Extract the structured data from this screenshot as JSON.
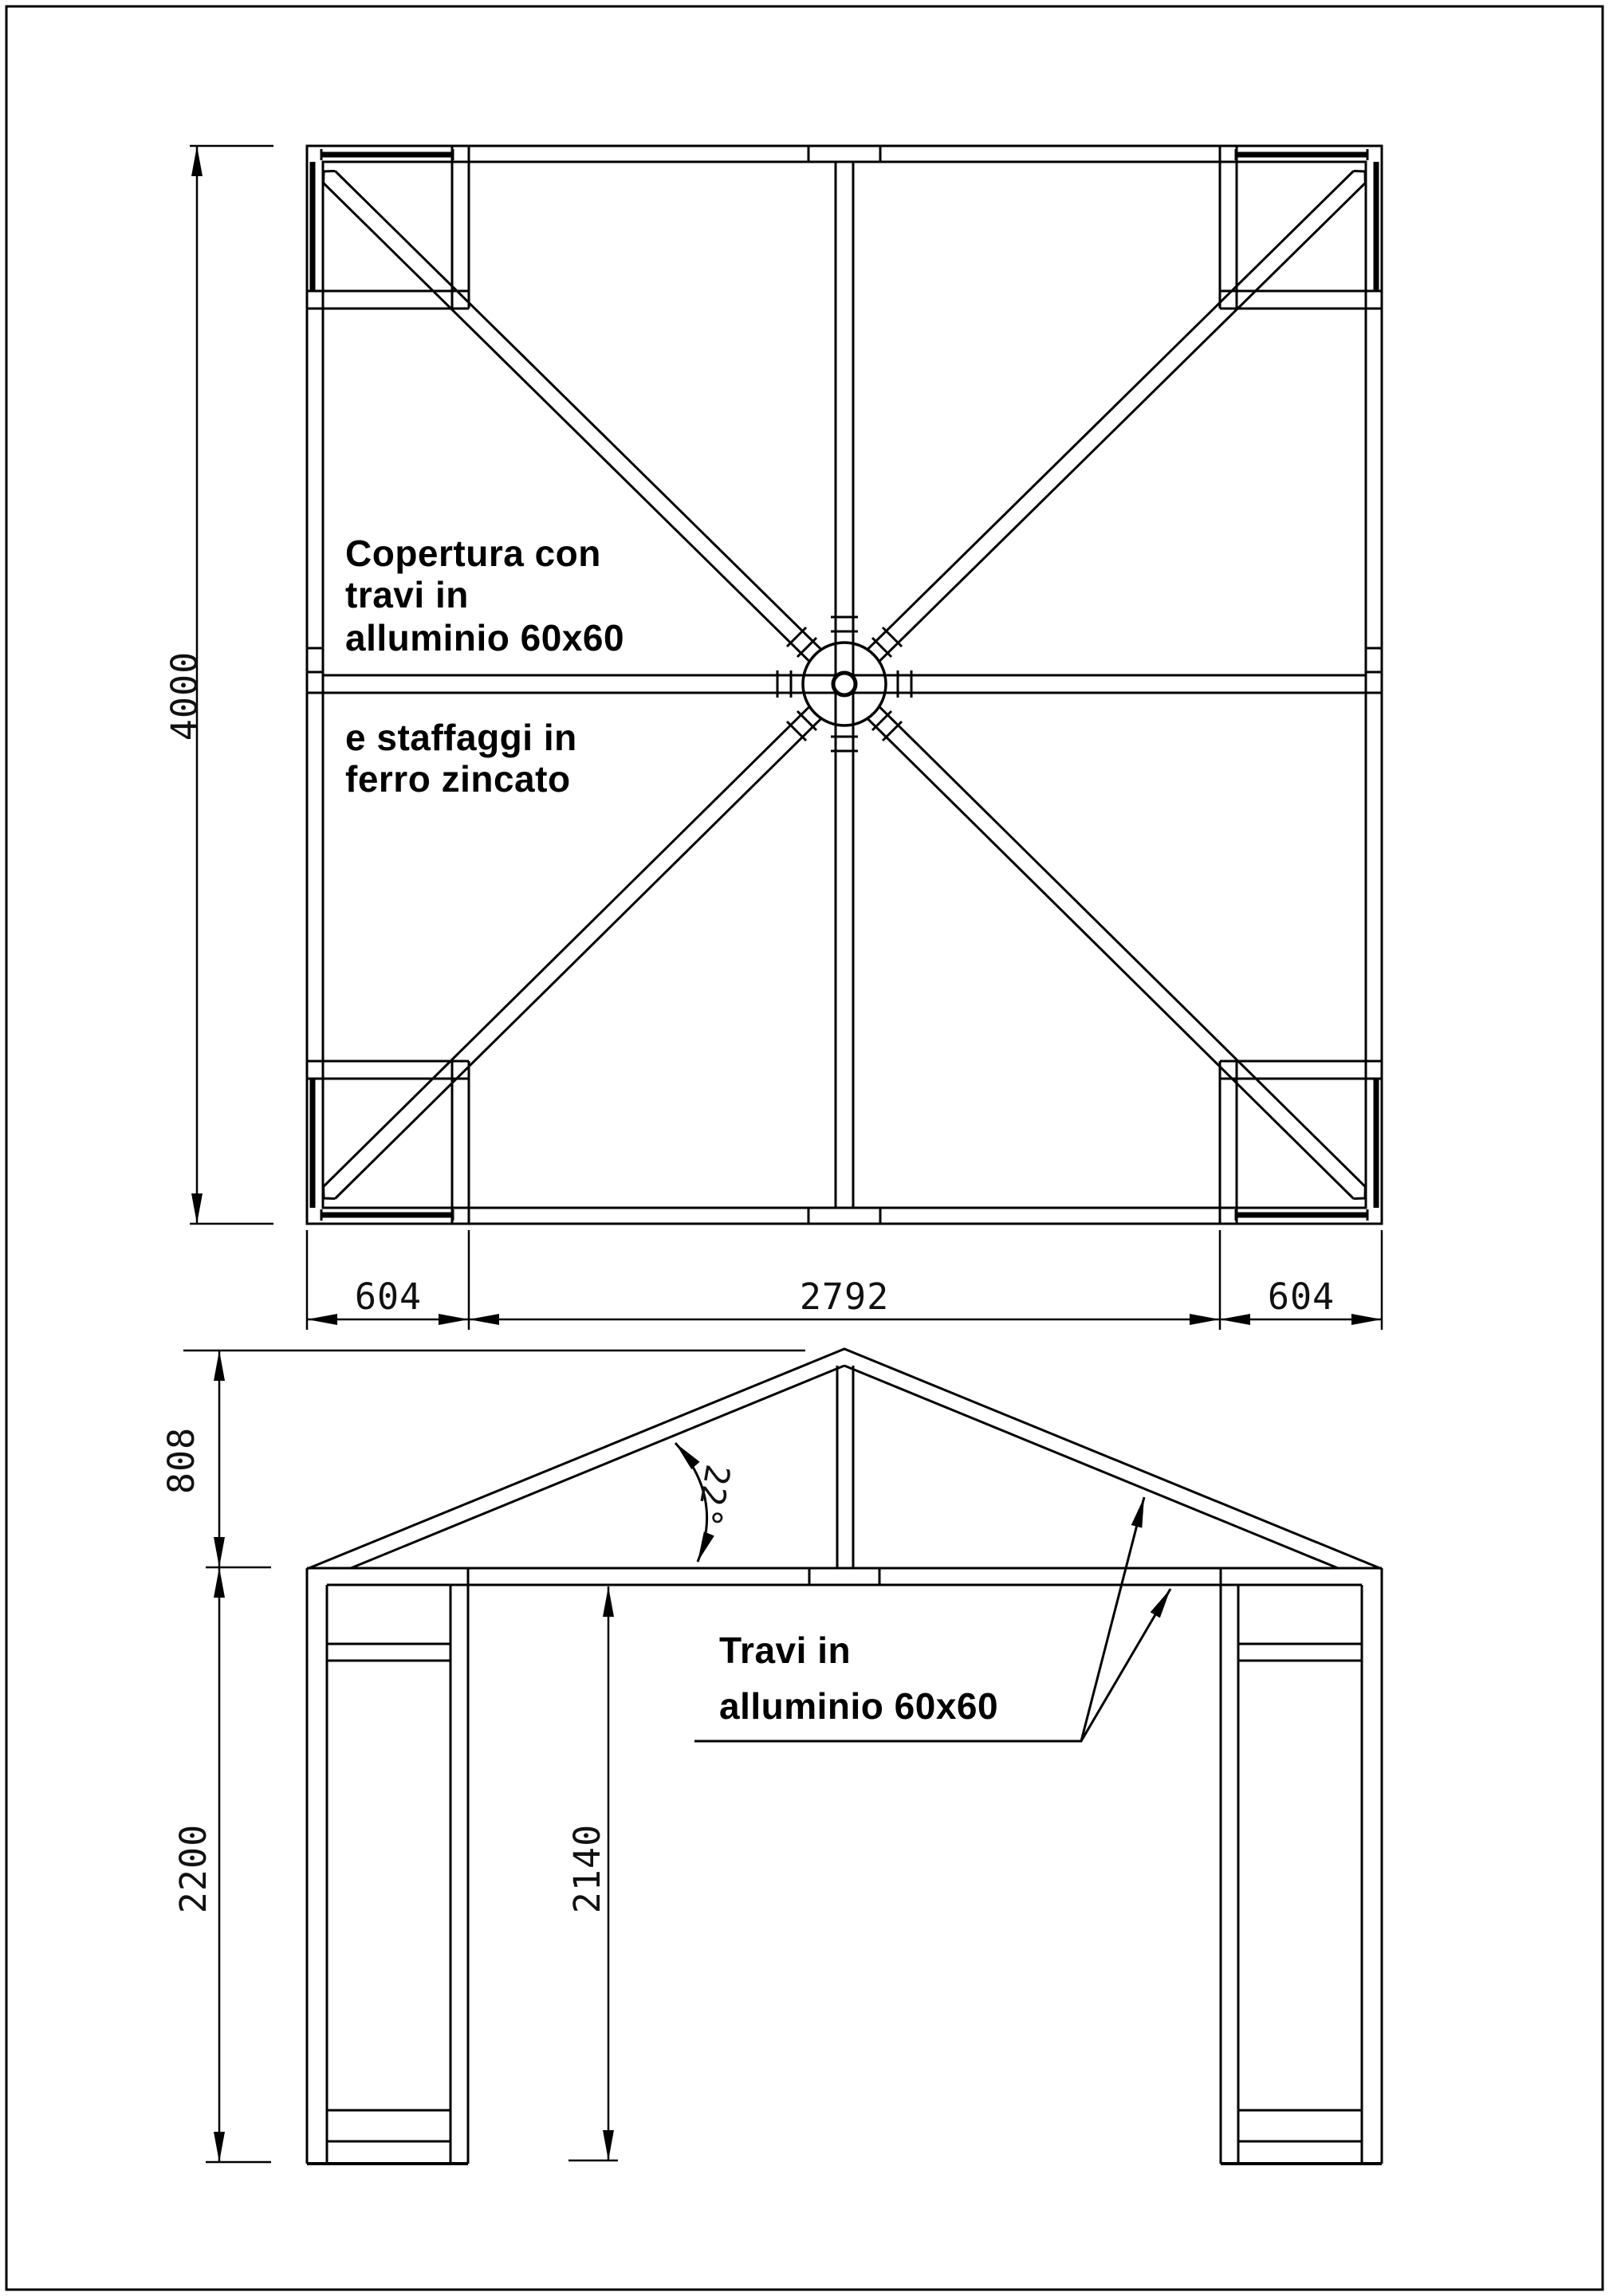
{
  "page": {
    "background": "#ffffff",
    "line_color": "#000000"
  },
  "plan_view": {
    "annotation": {
      "line1": "Copertura con",
      "line2": "travi in",
      "line3": "alluminio 60x60",
      "line4": "e staffaggi in",
      "line5": "ferro zincato"
    },
    "dimensions": {
      "total_height": "4000",
      "bottom_left": "604",
      "bottom_center": "2792",
      "bottom_right": "604"
    }
  },
  "elevation_view": {
    "label": {
      "line1": "Travi in",
      "line2": "alluminio 60x60"
    },
    "dimensions": {
      "roof_height": "808",
      "column_height": "2200",
      "clear_height": "2140",
      "roof_angle": "22°"
    }
  }
}
